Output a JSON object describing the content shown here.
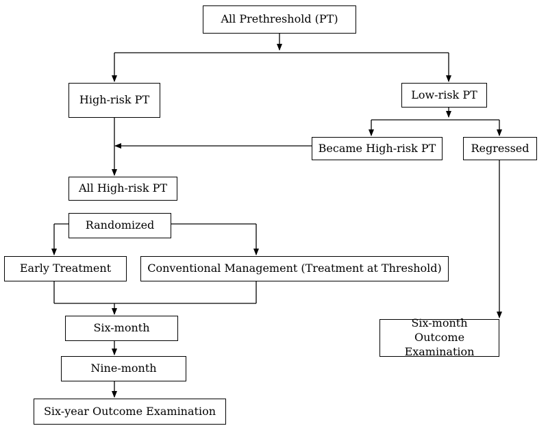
{
  "nodes": {
    "all_prethreshold": "All Prethreshold (PT)",
    "high_risk_pt": "High-risk PT",
    "low_risk_pt": "Low-risk PT",
    "became_high_risk_pt": "Became High-risk PT",
    "regressed": "Regressed",
    "all_high_risk_pt": "All High-risk PT",
    "randomized": "Randomized",
    "early_treatment": "Early Treatment",
    "conventional_management": "Conventional Management (Treatment at Threshold)",
    "six_month": "Six-month",
    "nine_month": "Nine-month",
    "six_year_outcome": "Six-year Outcome Examination",
    "six_month_outcome": "Six-month Outcome Examination"
  },
  "edges": [
    {
      "from": "all_prethreshold",
      "to": "high_risk_pt"
    },
    {
      "from": "all_prethreshold",
      "to": "low_risk_pt"
    },
    {
      "from": "low_risk_pt",
      "to": "became_high_risk_pt"
    },
    {
      "from": "low_risk_pt",
      "to": "regressed"
    },
    {
      "from": "became_high_risk_pt",
      "to": "all_high_risk_pt"
    },
    {
      "from": "high_risk_pt",
      "to": "all_high_risk_pt"
    },
    {
      "from": "randomized",
      "to": "early_treatment"
    },
    {
      "from": "randomized",
      "to": "conventional_management"
    },
    {
      "from": "early_treatment",
      "to": "six_month"
    },
    {
      "from": "conventional_management",
      "to": "six_month"
    },
    {
      "from": "six_month",
      "to": "nine_month"
    },
    {
      "from": "nine_month",
      "to": "six_year_outcome"
    },
    {
      "from": "regressed",
      "to": "six_month_outcome"
    }
  ]
}
